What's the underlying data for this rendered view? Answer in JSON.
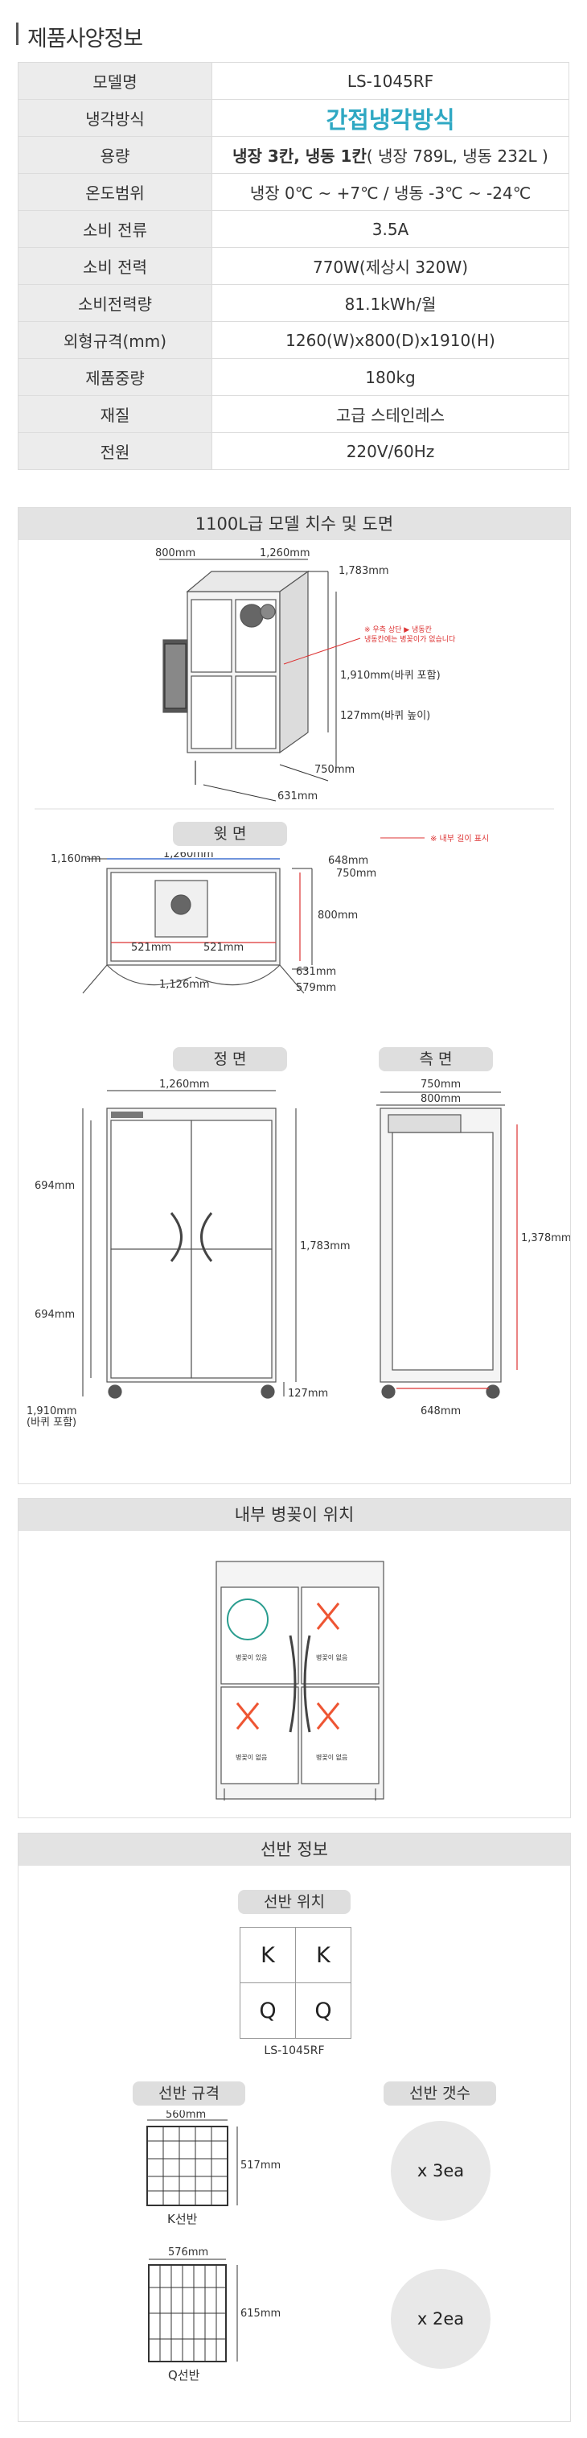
{
  "header": {
    "title": "제품사양정보"
  },
  "specs": [
    {
      "key": "모델명",
      "value": "LS-1045RF"
    },
    {
      "key": "냉각방식",
      "value": "간접냉각방식"
    },
    {
      "key": "용량",
      "value_bold": "냉장 3칸, 냉동 1칸",
      "value_rest": "( 냉장 789L, 냉동 232L )"
    },
    {
      "key": "온도범위",
      "value": "냉장 0℃ ~ +7℃ / 냉동 -3℃ ~ -24℃"
    },
    {
      "key": "소비 전류",
      "value": "3.5A"
    },
    {
      "key": "소비 전력",
      "value": "770W(제상시 320W)"
    },
    {
      "key": "소비전력량",
      "value": "81.1kWh/월"
    },
    {
      "key": "외형규격(mm)",
      "value": "1260(W)x800(D)x1910(H)"
    },
    {
      "key": "제품중량",
      "value": "180kg"
    },
    {
      "key": "재질",
      "value": "고급 스테인레스"
    },
    {
      "key": "전원",
      "value": "220V/60Hz"
    }
  ],
  "dimensions": {
    "title": "1100L급 모델 치수 및 도면",
    "iso": {
      "d800": "800mm",
      "w1260": "1,260mm",
      "d1783": "1,783mm",
      "h1910": "1,910mm(바퀴 포함)",
      "h127": "127mm(바퀴 높이)",
      "d750": "750mm",
      "d631": "631mm",
      "note1": "※ 우측 상단 ▶ 냉동칸",
      "note2": "냉동칸에는 병꽂이가 없습니다"
    },
    "top": {
      "label": "윗 면",
      "legend": "※ 내부 길이 표시",
      "w1160": "1,160mm",
      "w1260": "1,260mm",
      "d648": "648mm",
      "d750": "750mm",
      "d800": "800mm",
      "w521a": "521mm",
      "w521b": "521mm",
      "d631": "631mm",
      "w1126": "1,126mm",
      "d579": "579mm"
    },
    "front": {
      "label": "정 면",
      "w1260": "1,260mm",
      "h694a": "694mm",
      "h694b": "694mm",
      "h1783": "1,783mm",
      "h1910": "1,910mm",
      "h1910b": "(바퀴 포함)",
      "h127": "127mm"
    },
    "side": {
      "label": "측 면",
      "d750": "750mm",
      "d800": "800mm",
      "h1378": "1,378mm",
      "d648": "648mm"
    }
  },
  "bottle": {
    "title": "내부 병꽂이 위치",
    "cells": [
      "병꽂이 있음",
      "병꽂이 없음",
      "병꽂이 없음",
      "병꽂이 없음"
    ]
  },
  "shelf": {
    "title": "선반 정보",
    "position_label": "선반 위치",
    "grid": [
      "K",
      "K",
      "Q",
      "Q"
    ],
    "model": "LS-1045RF",
    "spec_label": "선반 규격",
    "count_label": "선반 갯수",
    "k": {
      "w": "560mm",
      "h": "517mm",
      "name": "K선반",
      "count": "x 3ea"
    },
    "q": {
      "w": "576mm",
      "h": "615mm",
      "name": "Q선반",
      "count": "x 2ea"
    }
  }
}
